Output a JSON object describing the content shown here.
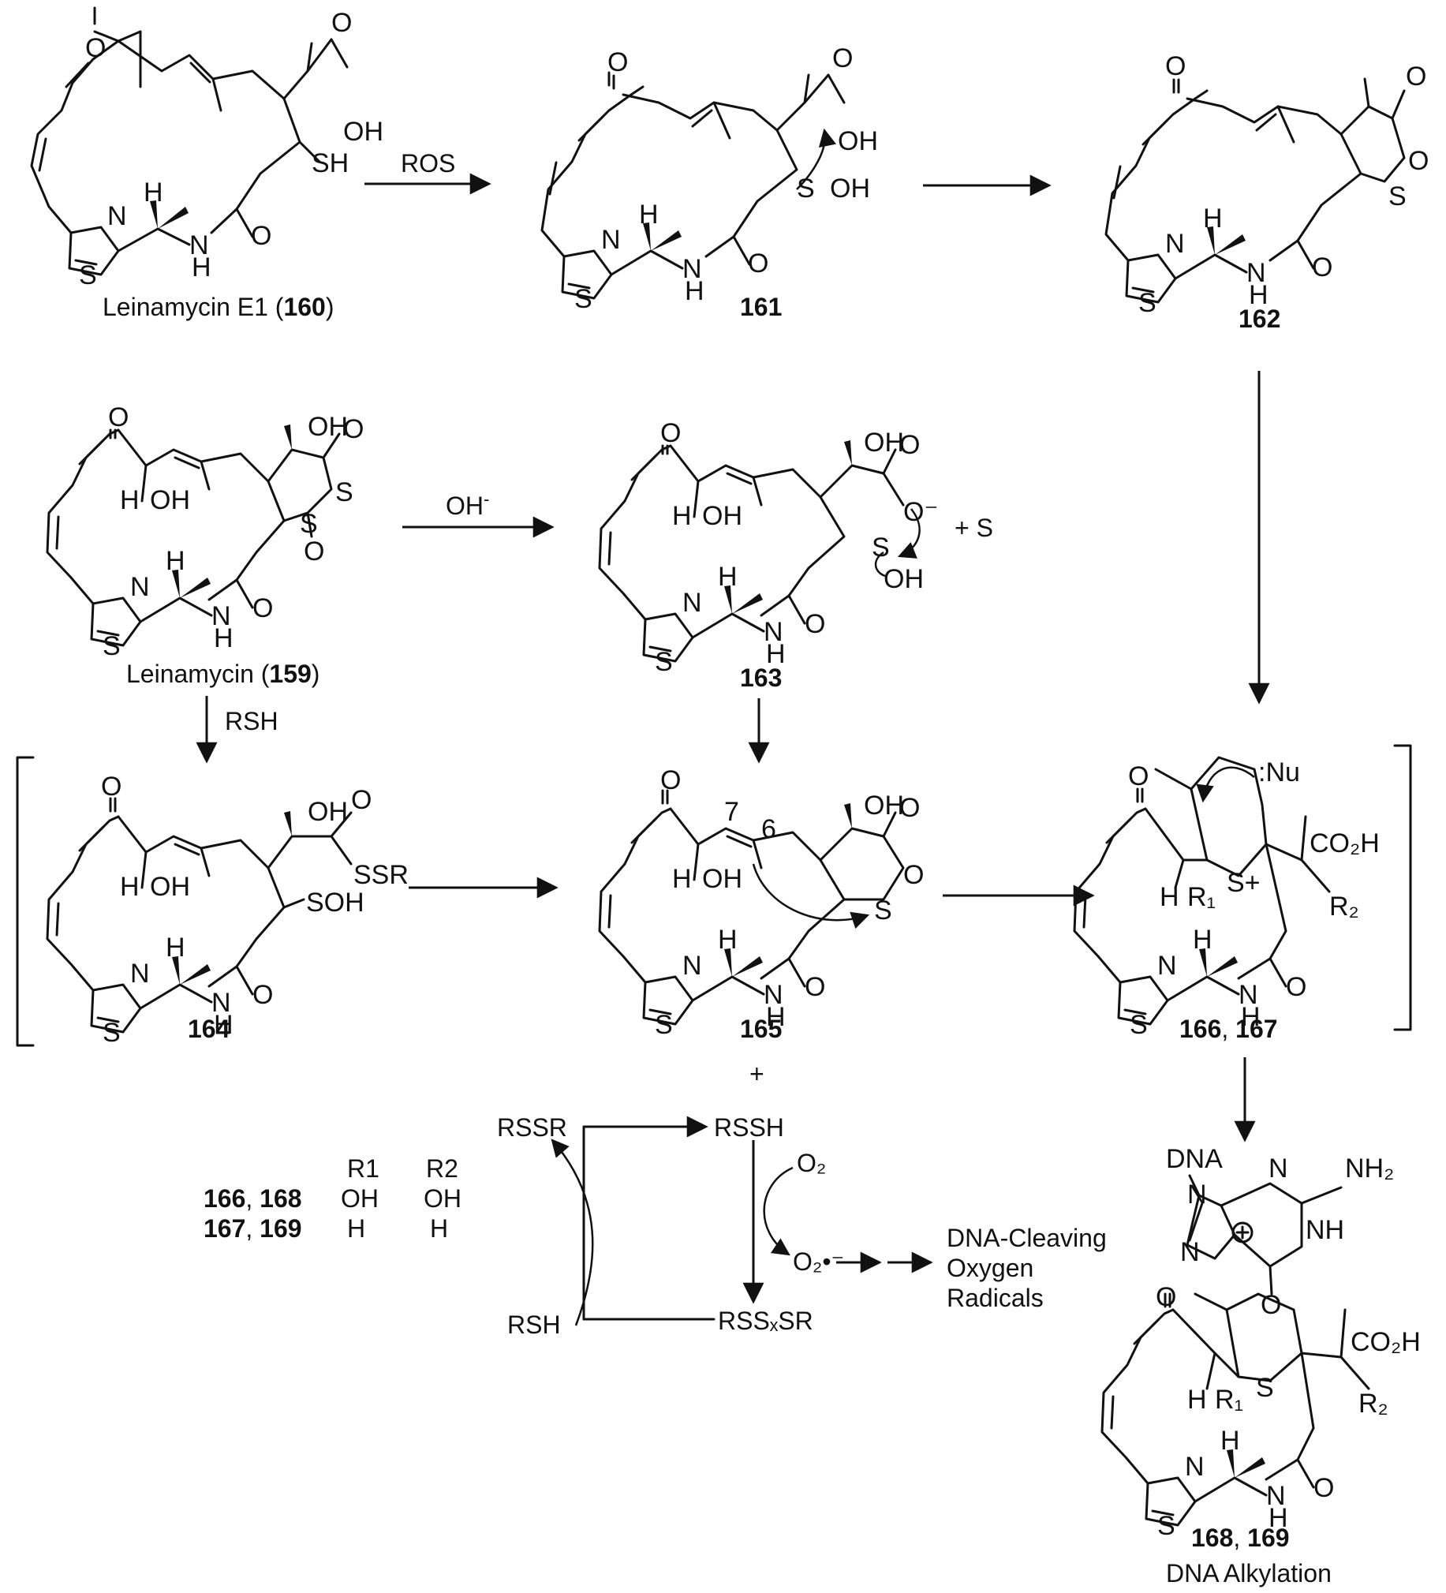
{
  "compounds": {
    "c160": {
      "name": "Leinamycin E1 (",
      "num": "160",
      "close": ")"
    },
    "c161": {
      "num": "161"
    },
    "c162": {
      "num": "162"
    },
    "c159": {
      "name": "Leinamycin (",
      "num": "159",
      "close": ")"
    },
    "c163": {
      "num": "163"
    },
    "c164": {
      "num": "164"
    },
    "c165": {
      "num": "165"
    },
    "c166": {
      "num1": "166",
      "sep": ", ",
      "num2": "167"
    },
    "c168": {
      "num1": "168",
      "sep": ", ",
      "num2": "169",
      "caption": "DNA Alkylation"
    }
  },
  "reagents": {
    "ros": "ROS",
    "oh_minus": "OH",
    "oh_minus_sup": "-",
    "plus_s": "+ S",
    "rsh": "RSH",
    "plus": "+"
  },
  "atoms": {
    "O": "O",
    "OH": "OH",
    "SH": "SH",
    "S": "S",
    "N": "N",
    "H": "H",
    "NH": "NH",
    "SOH": "SOH",
    "SSR": "SSR",
    "Nu": ":Nu",
    "CO2H": "CO₂H",
    "R1": "R₁",
    "R2": "R₂",
    "Splus": "S+",
    "DNA": "DNA",
    "NH2": "NH₂",
    "n7": "7",
    "n6": "6",
    "Ominus": "O⁻"
  },
  "cycle": {
    "rssr": "RSSR",
    "rssh": "RSSH",
    "o2": "O₂",
    "o2_radical": "O₂•⁻",
    "rsh": "RSH",
    "rssxsr": "RSSₓSR",
    "radicals_line1": "DNA-Cleaving",
    "radicals_line2": "Oxygen",
    "radicals_line3": "Radicals"
  },
  "table": {
    "head_r1": "R1",
    "head_r2": "R2",
    "rows": [
      {
        "a": "166",
        "sep": ", ",
        "b": "168",
        "r1": "OH",
        "r2": "OH"
      },
      {
        "a": "167",
        "sep": ", ",
        "b": "169",
        "r1": "H",
        "r2": "H"
      }
    ]
  }
}
